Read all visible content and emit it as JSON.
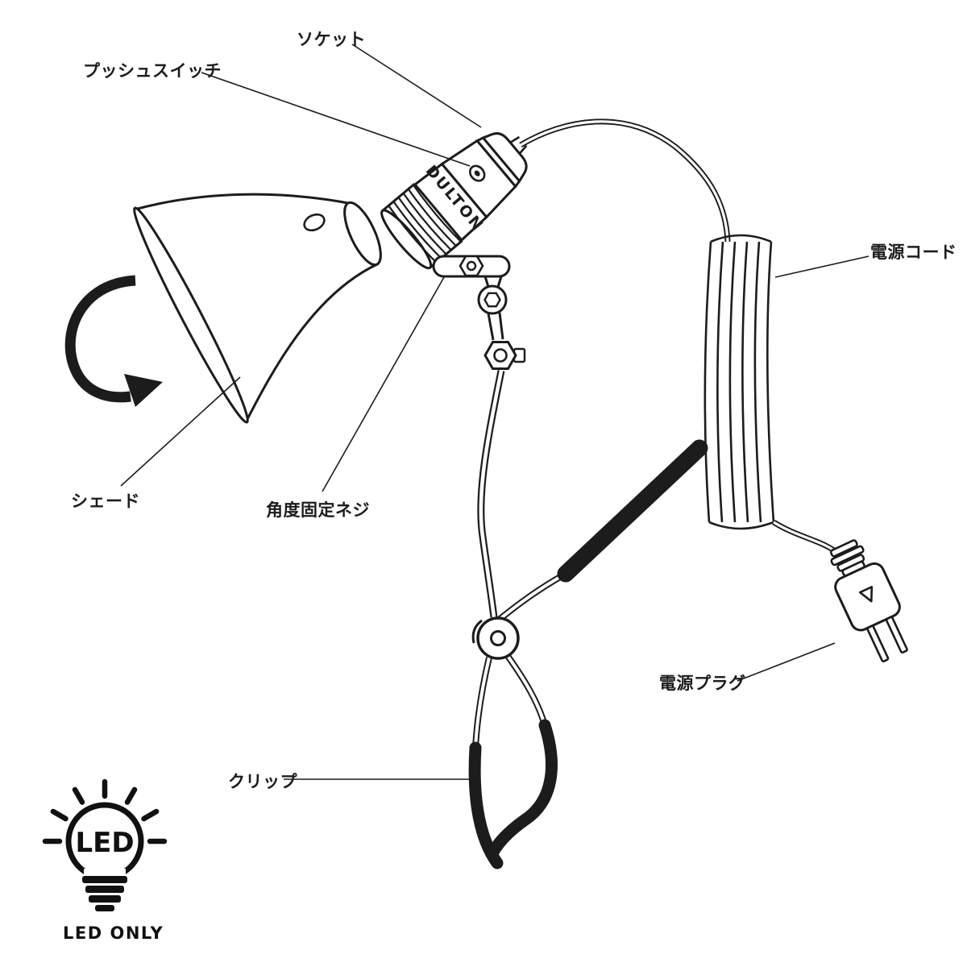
{
  "labels": {
    "socket": "ソケット",
    "push_switch": "プッシュスイッチ",
    "power_cord": "電源コード",
    "shade": "シェード",
    "angle_screw": "角度固定ネジ",
    "power_plug": "電源プラグ",
    "clip": "クリップ"
  },
  "brand": "DULTON",
  "led": {
    "bulb_text": "LED",
    "caption": "LED ONLY"
  },
  "colors": {
    "line": "#1c1c1c",
    "background": "#ffffff"
  }
}
